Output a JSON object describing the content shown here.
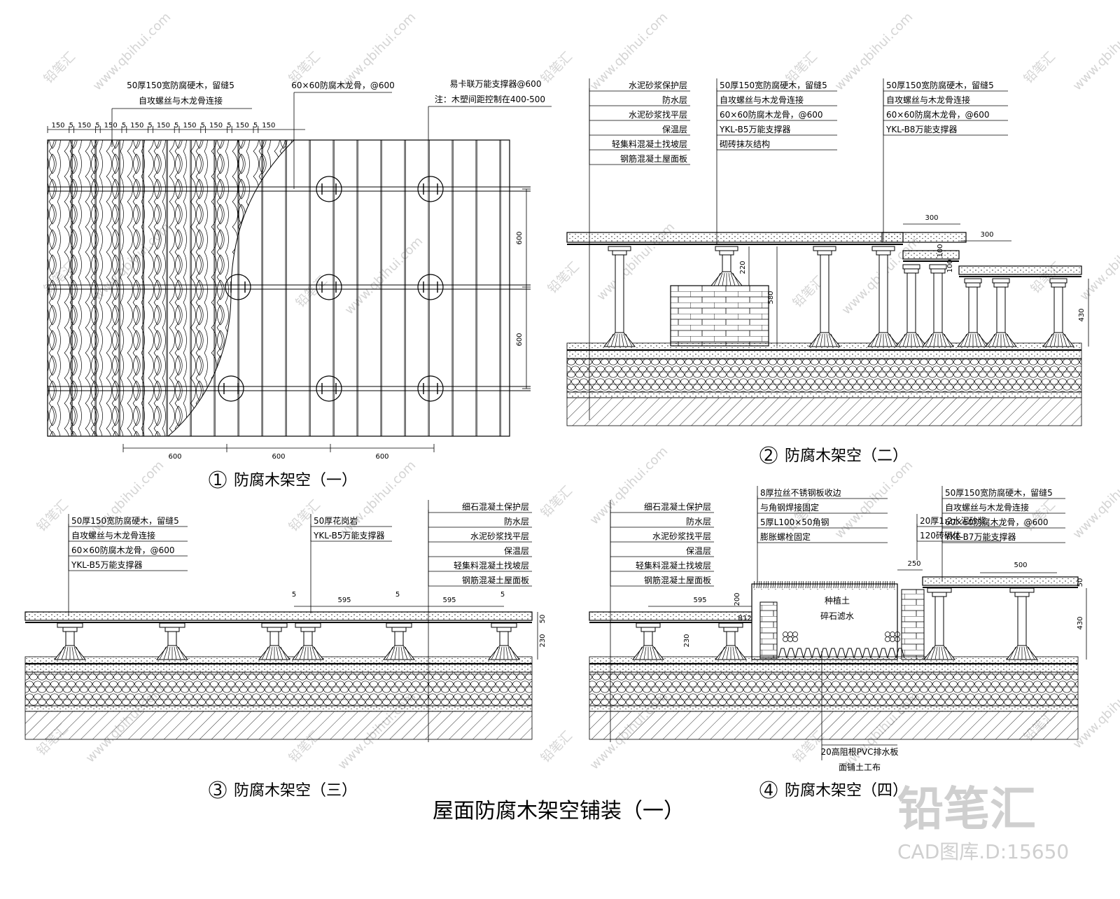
{
  "title": "屋面防腐木架空铺装（一）",
  "watermark": {
    "brand": "铅笔汇",
    "site": "www.qbihui.com",
    "id": "CAD图库.D:15650"
  },
  "details": [
    {
      "no": "1",
      "caption": "防腐木架空（一）",
      "notes": [
        "50厚150宽防腐硬木，留缝5",
        "自攻螺丝与木龙骨连接",
        "60×60防腐木龙骨，@600",
        "易卡联万能支撑器@600",
        "注：木塑间距控制在400-500"
      ],
      "top_dims": [
        "150",
        "5",
        "150",
        "5",
        "150",
        "5",
        "150",
        "5",
        "150",
        "5",
        "150",
        "5",
        "150",
        "5",
        "150",
        "5",
        "150"
      ],
      "side_dims": [
        "600",
        "600"
      ],
      "bottom_dims": [
        "600",
        "600",
        "600"
      ]
    },
    {
      "no": "2",
      "caption": "防腐木架空（二）",
      "layers": [
        "水泥砂浆保护层",
        "防水层",
        "水泥砂浆找平层",
        "保温层",
        "轻集料混凝土找坡层",
        "钢筋混凝土屋面板"
      ],
      "notes_a": [
        "50厚150宽防腐硬木，留缝5",
        "自攻螺丝与木龙骨连接",
        "60×60防腐木龙骨，@600",
        "YKL-B5万能支撑器",
        "砌砖抹灰结构"
      ],
      "notes_b": [
        "50厚150宽防腐硬木，留缝5",
        "自攻螺丝与木龙骨连接",
        "60×60防腐木龙骨，@600",
        "YKL-B8万能支撑器"
      ],
      "dims": [
        "300",
        "300",
        "100",
        "100",
        "220",
        "580",
        "430"
      ]
    },
    {
      "no": "3",
      "caption": "防腐木架空（三）",
      "notes_a": [
        "50厚150宽防腐硬木，留缝5",
        "自攻螺丝与木龙骨连接",
        "60×60防腐木龙骨，@600",
        "YKL-B5万能支撑器"
      ],
      "notes_b": [
        "50厚花岗岩",
        "YKL-B5万能支撑器"
      ],
      "layers": [
        "细石混凝土保护层",
        "防水层",
        "水泥砂浆找平层",
        "保温层",
        "轻集料混凝土找坡层",
        "钢筋混凝土屋面板"
      ],
      "dims": [
        "5",
        "595",
        "5",
        "595",
        "5",
        "50",
        "230"
      ]
    },
    {
      "no": "4",
      "caption": "防腐木架空（四）",
      "layers": [
        "细石混凝土保护层",
        "防水层",
        "水泥砂浆找平层",
        "保温层",
        "轻集料混凝土找坡层",
        "钢筋混凝土屋面板"
      ],
      "notes_a": [
        "8厚拉丝不锈钢板收边",
        "与角钢焊接固定",
        "5厚L100×50角钢",
        "膨胀螺栓固定"
      ],
      "notes_b": [
        "20厚1:2水泥砂浆",
        "120砖砌体"
      ],
      "notes_c": [
        "50厚150宽防腐硬木，留缝5",
        "自攻螺丝与木龙骨连接",
        "60×60防腐木龙骨，@600",
        "YKL-B7万能支撑器"
      ],
      "soil": [
        "种植土",
        "碎石滤水"
      ],
      "bottom_notes": [
        "20高阻根PVC排水板",
        "面铺土工布"
      ],
      "dims": [
        "595",
        "200",
        "230",
        "250",
        "500",
        "50",
        "430",
        "B12"
      ]
    }
  ]
}
